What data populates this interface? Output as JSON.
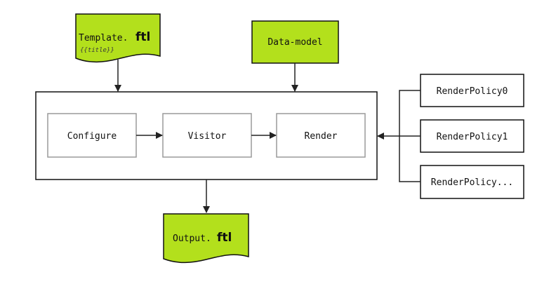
{
  "colors": {
    "doc_fill": "#b3e01c",
    "stroke": "#111111",
    "step_border": "#9a9a9a",
    "text": "#111111",
    "placeholder": "#3a3a3a"
  },
  "template_doc": {
    "name": "Template.",
    "ext": "ftl",
    "placeholder": "{{title}}"
  },
  "data_model": {
    "label": "Data-model"
  },
  "pipeline": {
    "steps": [
      {
        "label": "Configure"
      },
      {
        "label": "Visitor"
      },
      {
        "label": "Render"
      }
    ]
  },
  "policies": [
    {
      "label": "RenderPolicy0"
    },
    {
      "label": "RenderPolicy1"
    },
    {
      "label": "RenderPolicy..."
    }
  ],
  "output_doc": {
    "name": "Output.",
    "ext": "ftl"
  }
}
